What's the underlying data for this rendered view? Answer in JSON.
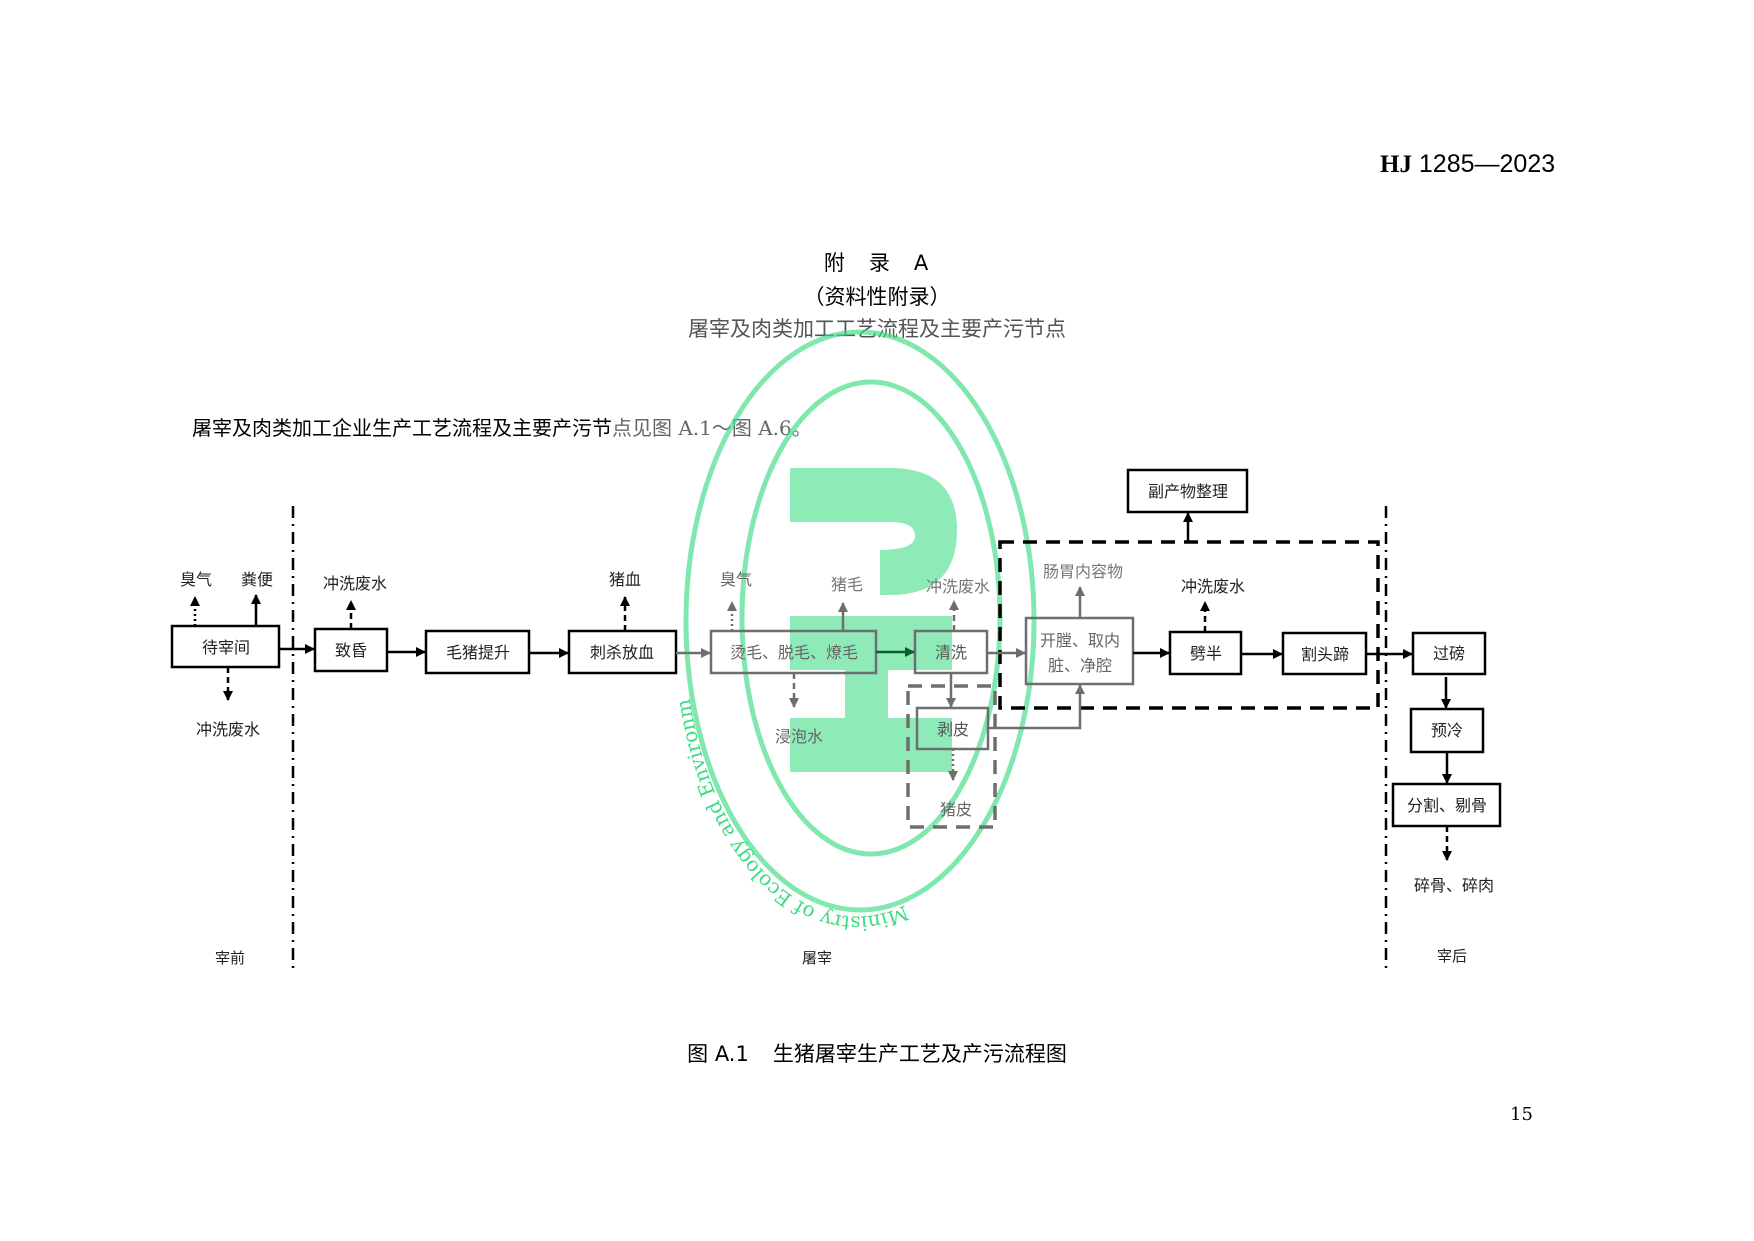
{
  "header": {
    "standard_prefix": "HJ",
    "standard_number": "1285—2023"
  },
  "appendix": {
    "label_a": "附",
    "label_b": "录",
    "label_c": "A",
    "type": "（资料性附录）",
    "title": "屠宰及肉类加工工艺流程及主要产污节点"
  },
  "intro": {
    "text_main": "屠宰及肉类加工企业生产工艺流程及主要产污节",
    "text_tail": "点见图 A.1～图 A.6。"
  },
  "diagram": {
    "zones": {
      "pre": "宰前",
      "slaughter": "屠宰",
      "post": "宰后"
    },
    "steps": {
      "holding_pen": "待宰间",
      "stunning": "致昏",
      "hoisting": "毛猪提升",
      "sticking": "刺杀放血",
      "scalding": "烫毛、脱毛、燎毛",
      "washing": "清洗",
      "skinning": "剥皮",
      "evisceration_line1": "开膛、取内",
      "evisceration_line2": "脏、净腔",
      "splitting": "劈半",
      "head_hoof": "割头蹄",
      "byproduct": "副产物整理",
      "weighing": "过磅",
      "chilling": "预冷",
      "cutting": "分割、剔骨"
    },
    "outputs": {
      "odor_1": "臭气",
      "manure": "粪便",
      "wash_water_1": "冲洗废水",
      "wash_water_2": "冲洗废水",
      "blood": "猪血",
      "odor_2": "臭气",
      "hair": "猪毛",
      "wash_water_3": "冲洗废水",
      "soak_water": "浸泡水",
      "gut_contents": "肠胃内容物",
      "wash_water_4": "冲洗废水",
      "pig_skin": "猪皮",
      "bone_meat_scraps": "碎骨、碎肉"
    }
  },
  "watermark": {
    "text": "Ministry of Ecology and Environment",
    "color": "#3ddc84"
  },
  "caption": {
    "figure_no": "图 A.1",
    "title": "生猪屠宰生产工艺及产污流程图"
  },
  "footer": {
    "page_number": "15"
  }
}
